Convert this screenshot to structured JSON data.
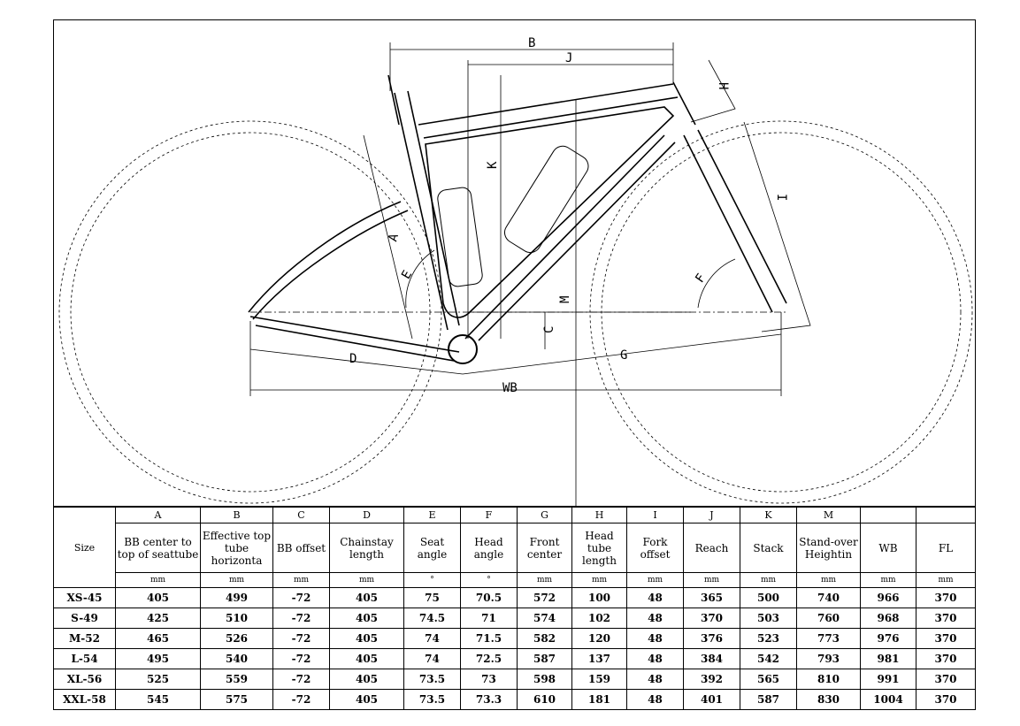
{
  "drawing": {
    "labels": [
      "B",
      "J",
      "H",
      "K",
      "I",
      "A",
      "E",
      "F",
      "M",
      "C",
      "D",
      "G",
      "WB"
    ]
  },
  "table": {
    "letters": [
      "",
      "A",
      "B",
      "C",
      "D",
      "E",
      "F",
      "G",
      "H",
      "I",
      "J",
      "K",
      "M",
      "",
      ""
    ],
    "names": [
      "Size",
      "BB center to top of seattube",
      "Effective top tube horizonta",
      "BB offset",
      "Chainstay length",
      "Seat angle",
      "Head angle",
      "Front center",
      "Head tube length",
      "Fork offset",
      "Reach",
      "Stack",
      "Stand-over Heightin",
      "WB",
      "FL"
    ],
    "units": [
      "",
      "mm",
      "mm",
      "mm",
      "mm",
      "°",
      "°",
      "mm",
      "mm",
      "mm",
      "mm",
      "mm",
      "mm",
      "mm",
      "mm"
    ],
    "rows": [
      [
        "XS-45",
        "405",
        "499",
        "-72",
        "405",
        "75",
        "70.5",
        "572",
        "100",
        "48",
        "365",
        "500",
        "740",
        "966",
        "370"
      ],
      [
        "S-49",
        "425",
        "510",
        "-72",
        "405",
        "74.5",
        "71",
        "574",
        "102",
        "48",
        "370",
        "503",
        "760",
        "968",
        "370"
      ],
      [
        "M-52",
        "465",
        "526",
        "-72",
        "405",
        "74",
        "71.5",
        "582",
        "120",
        "48",
        "376",
        "523",
        "773",
        "976",
        "370"
      ],
      [
        "L-54",
        "495",
        "540",
        "-72",
        "405",
        "74",
        "72.5",
        "587",
        "137",
        "48",
        "384",
        "542",
        "793",
        "981",
        "370"
      ],
      [
        "XL-56",
        "525",
        "559",
        "-72",
        "405",
        "73.5",
        "73",
        "598",
        "159",
        "48",
        "392",
        "565",
        "810",
        "991",
        "370"
      ],
      [
        "XXL-58",
        "545",
        "575",
        "-72",
        "405",
        "73.5",
        "73.3",
        "610",
        "181",
        "48",
        "401",
        "587",
        "830",
        "1004",
        "370"
      ]
    ]
  }
}
